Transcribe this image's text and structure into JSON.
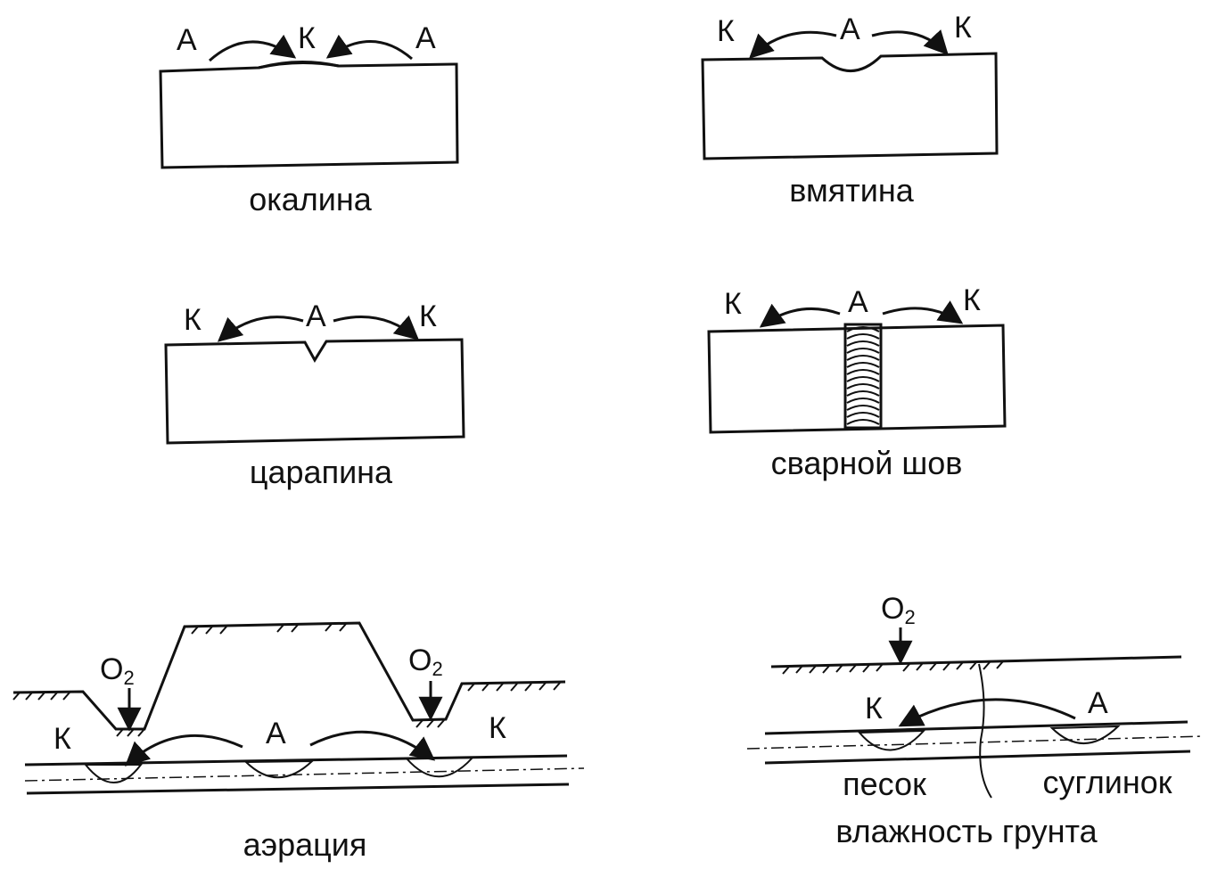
{
  "panels": {
    "okalina": {
      "caption": "окалина",
      "left": "А",
      "mid": "К",
      "right": "А"
    },
    "vmyatina": {
      "caption": "вмятина",
      "left": "К",
      "mid": "А",
      "right": "К"
    },
    "tsarapina": {
      "caption": "царапина",
      "left": "К",
      "mid": "А",
      "right": "К"
    },
    "shov": {
      "caption": "сварной шов",
      "left": "К",
      "mid": "А",
      "right": "К"
    },
    "aeratsiya": {
      "caption": "аэрация",
      "left": "К",
      "mid": "А",
      "right": "К",
      "o2": "O",
      "o2_sub": "2"
    },
    "vlazhnost": {
      "caption": "влажность грунта",
      "cathode": "К",
      "anode": "А",
      "sand": "песок",
      "loam": "суглинок",
      "o2": "O",
      "o2_sub": "2"
    }
  },
  "colors": {
    "ink": "#111111",
    "background": "#ffffff"
  }
}
